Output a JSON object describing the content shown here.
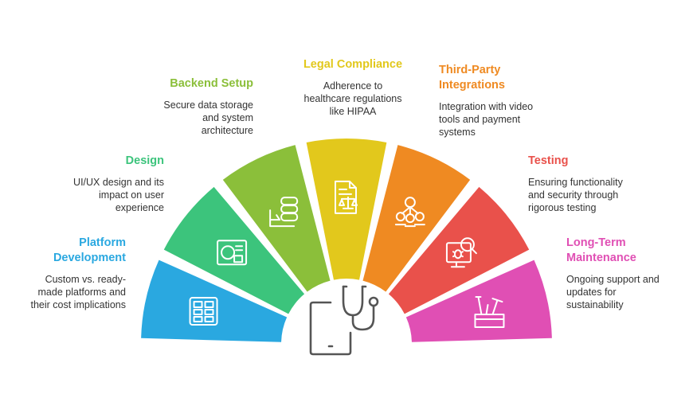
{
  "segments": [
    {
      "title": "Platform\nDevelopment",
      "desc": "Custom vs. ready-\nmade platforms and\ntheir cost implications",
      "color": "#2aa8e0",
      "icon": "dashboard-icon"
    },
    {
      "title": "Design",
      "desc": "UI/UX design and its\nimpact on user\nexperience",
      "color": "#3cc47c",
      "icon": "design-board-icon"
    },
    {
      "title": "Backend Setup",
      "desc": "Secure data storage\nand system\narchitecture",
      "color": "#8bbf3a",
      "icon": "database-server-icon"
    },
    {
      "title": "Legal Compliance",
      "desc": "Adherence to\nhealthcare regulations\nlike HIPAA",
      "color": "#e2c81c",
      "icon": "legal-document-scale-icon"
    },
    {
      "title": "Third-Party\nIntegrations",
      "desc": "Integration with video\ntools and payment\nsystems",
      "color": "#ef8a22",
      "icon": "network-nodes-icon"
    },
    {
      "title": "Testing",
      "desc": "Ensuring functionality\nand security through\nrigorous testing",
      "color": "#e9514b",
      "icon": "bug-search-icon"
    },
    {
      "title": "Long-Term\nMaintenance",
      "desc": "Ongoing support and\nupdates for\nsustainability",
      "color": "#e04fb4",
      "icon": "toolbox-icon"
    }
  ],
  "center_icon": "stethoscope-tablet-icon"
}
